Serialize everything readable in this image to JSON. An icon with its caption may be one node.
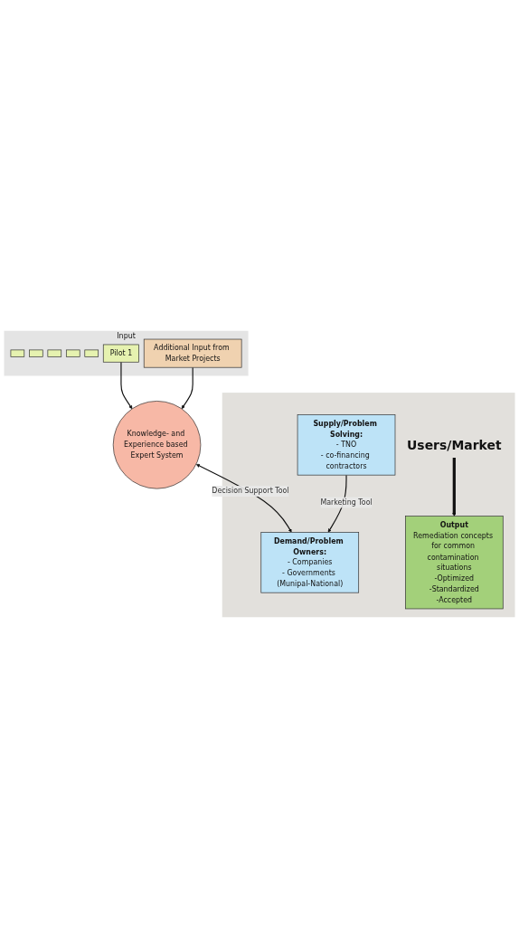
{
  "diagram": {
    "nodes": [
      {
        "text": [
          "Input"
        ]
      },
      {
        "text": [],
        "shape": "box",
        "in": 0
      },
      {
        "text": [],
        "shape": "box",
        "in": 0
      },
      {
        "text": [],
        "shape": "box",
        "in": 0
      },
      {
        "text": [],
        "shape": "box",
        "in": 0
      },
      {
        "text": [],
        "shape": "box",
        "in": 0
      },
      {
        "text": [
          "Pilot 1"
        ],
        "in": 0
      },
      {
        "text": [
          "Additional Input from Market Projects"
        ],
        "in": 0
      },
      {
        "text": [
          "Knowledge- and Experience based Expert System"
        ]
      },
      {
        "text": [],
        "shape": "box"
      },
      {
        "text": [
          "Demand/Problem Owners:",
          "- Companies",
          "- Governments (Munipal-National)"
        ],
        "in": 9
      },
      {
        "text": [
          "Supply/Problem Solving:",
          "- TNO",
          "- co-financing contractors"
        ],
        "in": 9
      },
      {
        "text": [
          "Users/Market"
        ],
        "in": 9
      },
      {
        "text": [
          "Output",
          "Remediation concepts for common contamination situations",
          "-Optimized",
          "-Standardized",
          "-Accepted"
        ],
        "in": 9
      }
    ],
    "edges": [
      {
        "from": 6,
        "to": 8,
        "arrow": "to"
      },
      {
        "from": 7,
        "to": 8,
        "arrow": "to"
      },
      {
        "from": 10,
        "to": 8,
        "arrow": "both",
        "label": "Decision Support Tool"
      },
      {
        "from": 11,
        "to": 10,
        "arrow": "to",
        "label": "Marketing Tool"
      },
      {
        "from": 12,
        "to": 13,
        "arrow": "to",
        "style": "thick"
      }
    ]
  }
}
